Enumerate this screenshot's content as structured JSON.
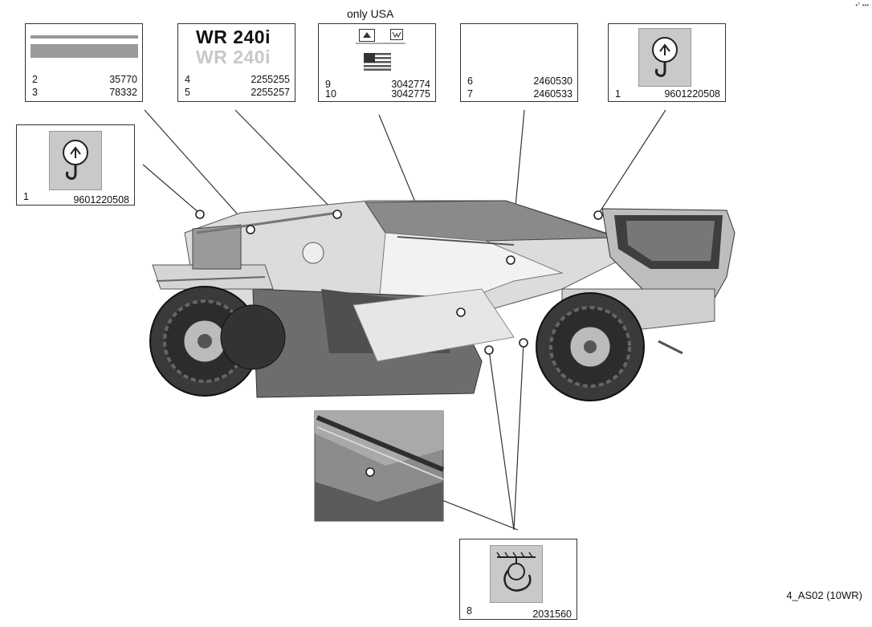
{
  "header_note": "only USA",
  "corner_mark": "•° •••",
  "boxes": {
    "b23": {
      "rows": [
        {
          "n": "2",
          "pn": "35770"
        },
        {
          "n": "3",
          "pn": "78332"
        }
      ]
    },
    "b45": {
      "title": "WR 240i",
      "title_faded": "WR 240i",
      "rows": [
        {
          "n": "4",
          "pn": "2255255"
        },
        {
          "n": "5",
          "pn": "2255257"
        }
      ]
    },
    "b910": {
      "rows": [
        {
          "n": "9",
          "pn": "3042774"
        },
        {
          "n": "10",
          "pn": "3042775"
        }
      ]
    },
    "b67": {
      "rows": [
        {
          "n": "6",
          "pn": "2460530"
        },
        {
          "n": "7",
          "pn": "2460533"
        }
      ]
    },
    "b1r": {
      "rows": [
        {
          "n": "1",
          "pn": "9601220508"
        }
      ]
    },
    "b1l": {
      "rows": [
        {
          "n": "1",
          "pn": "9601220508"
        }
      ]
    },
    "b8": {
      "rows": [
        {
          "n": "8",
          "pn": "2031560"
        }
      ]
    }
  },
  "caption": "4_AS02 (10WR)",
  "icons": [
    "lifting-hook-icon",
    "tie-down-point-icon",
    "usa-flag-icon",
    "john-deere-logo-icon",
    "wirtgen-logo-icon"
  ]
}
